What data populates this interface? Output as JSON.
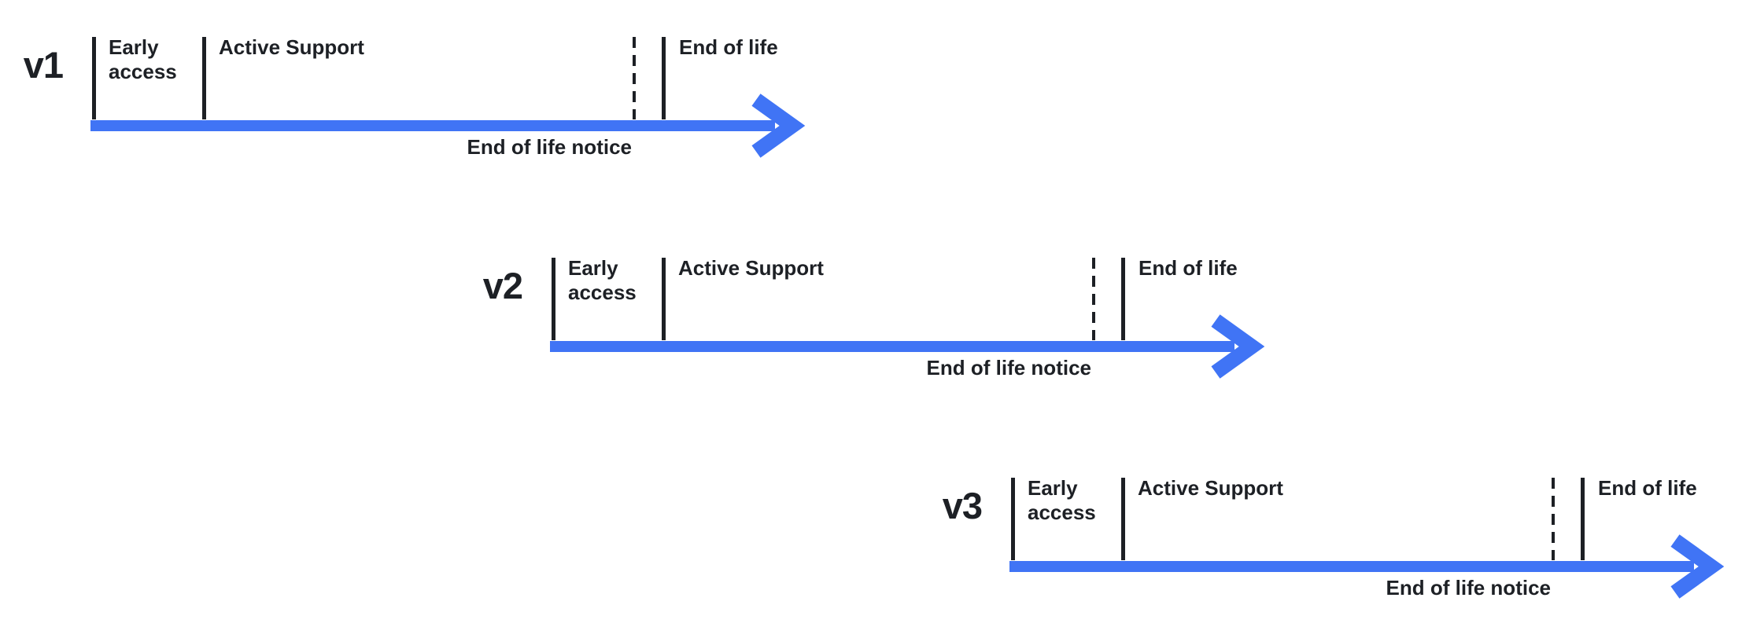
{
  "colors": {
    "accent": "#4074F5",
    "ink": "#1D2025"
  },
  "rows": [
    {
      "version": "v1",
      "early_access": "Early access",
      "active_support": "Active Support",
      "end_of_life": "End of life",
      "eol_notice": "End of life notice"
    },
    {
      "version": "v2",
      "early_access": "Early access",
      "active_support": "Active Support",
      "end_of_life": "End of life",
      "eol_notice": "End of life notice"
    },
    {
      "version": "v3",
      "early_access": "Early access",
      "active_support": "Active Support",
      "end_of_life": "End of life",
      "eol_notice": "End of life notice"
    }
  ]
}
